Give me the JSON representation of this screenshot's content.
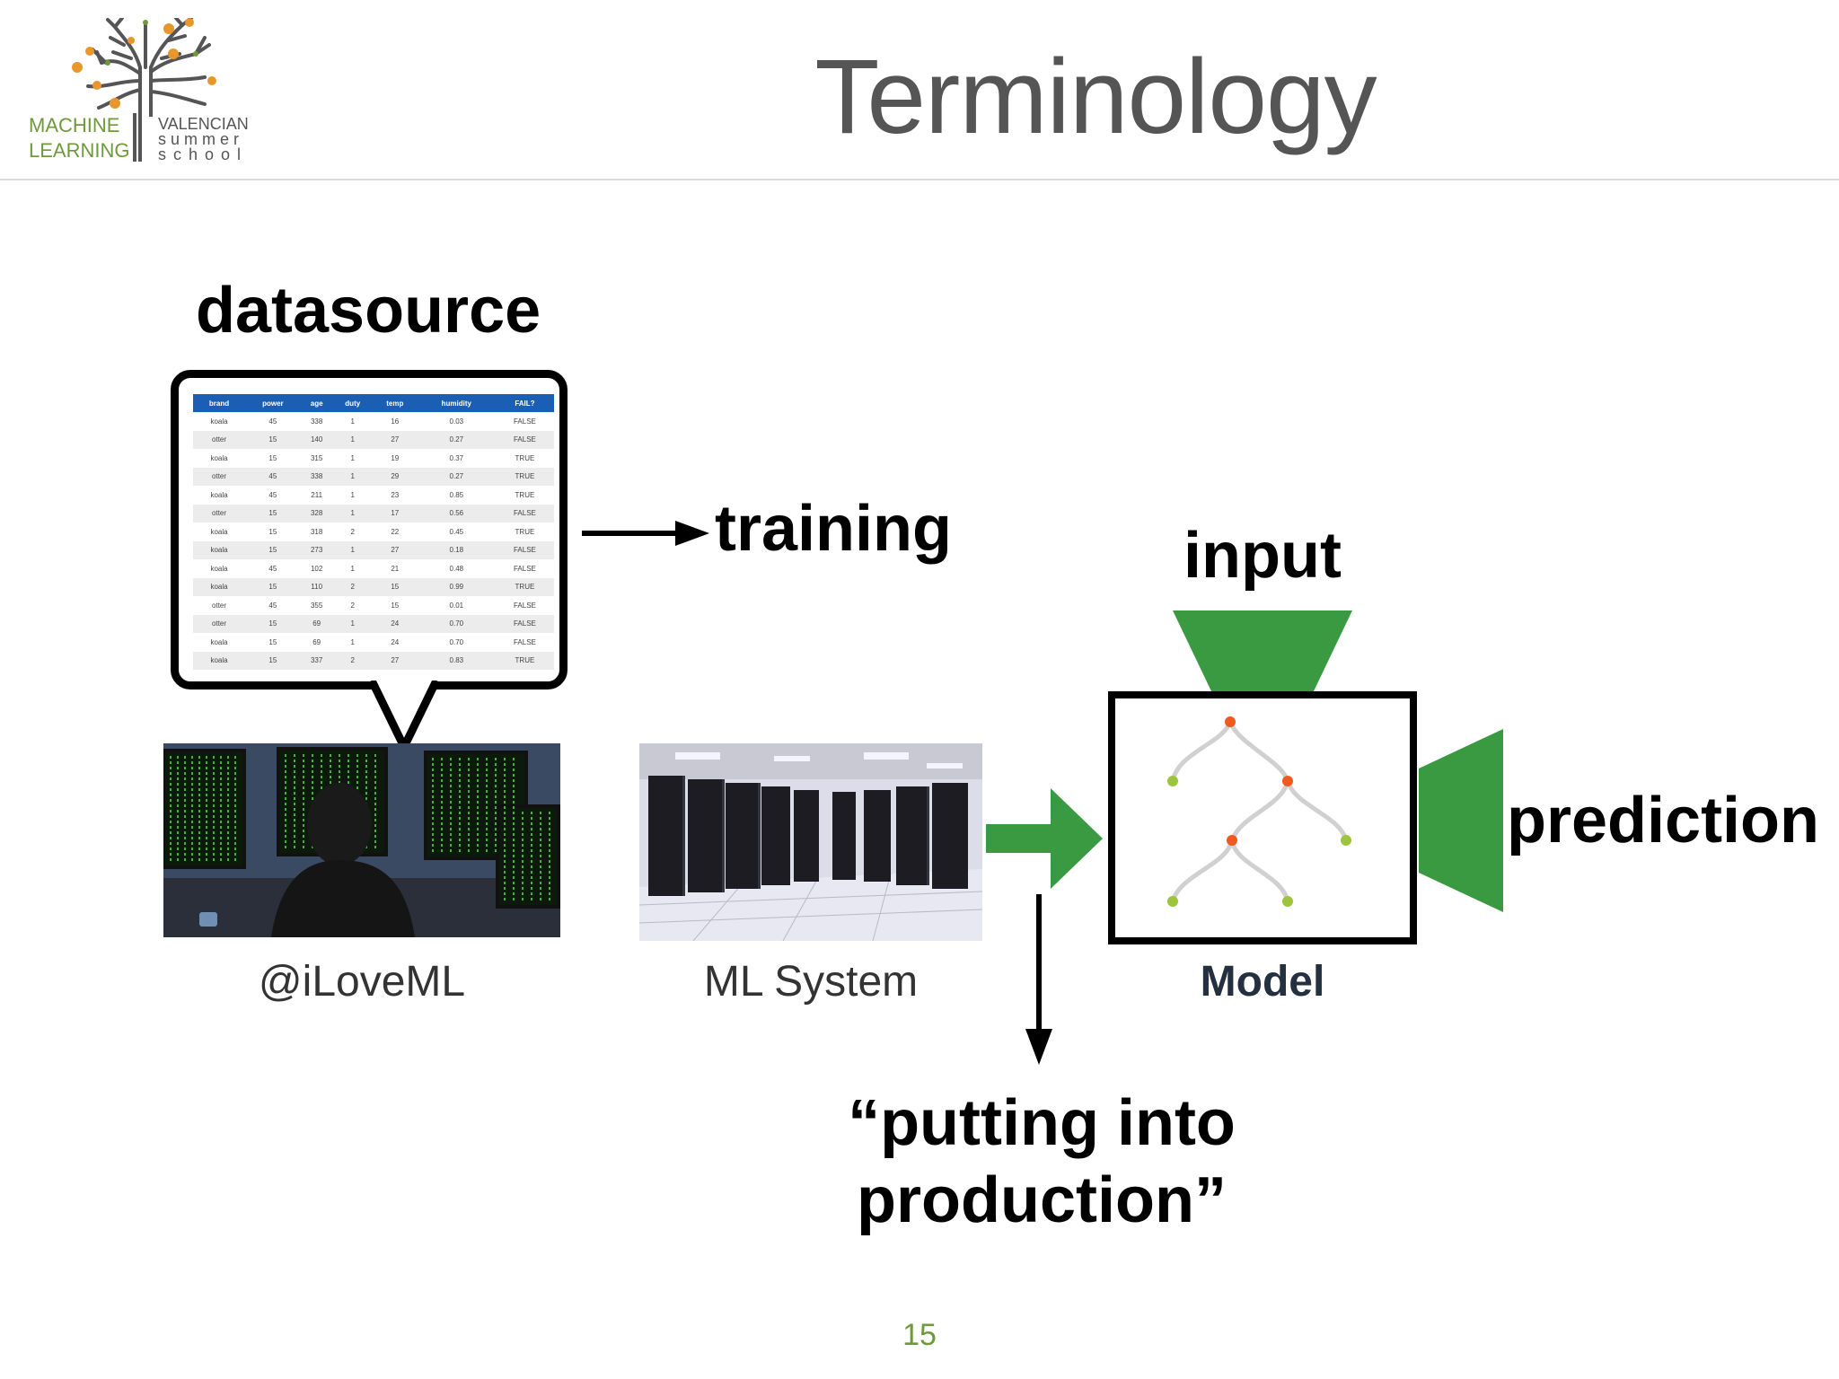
{
  "header": {
    "title": "Terminology",
    "logo": {
      "left_lines": [
        "MACHINE",
        "LEARNING"
      ],
      "right_lines": [
        "VALENCIAN",
        "summer",
        "school"
      ]
    }
  },
  "labels": {
    "datasource": "datasource",
    "training": "training",
    "input": "input",
    "prediction": "prediction",
    "production_line1": "“putting into",
    "production_line2": "production”"
  },
  "captions": {
    "person": "@iLoveML",
    "system": "ML System",
    "model": "Model"
  },
  "table": {
    "headers": [
      "brand",
      "power",
      "age",
      "duty",
      "temp",
      "humidity",
      "FAIL?"
    ],
    "rows": [
      [
        "koala",
        "45",
        "338",
        "1",
        "16",
        "0.03",
        "FALSE"
      ],
      [
        "otter",
        "15",
        "140",
        "1",
        "27",
        "0.27",
        "FALSE"
      ],
      [
        "koala",
        "15",
        "315",
        "1",
        "19",
        "0.37",
        "TRUE"
      ],
      [
        "otter",
        "45",
        "338",
        "1",
        "29",
        "0.27",
        "TRUE"
      ],
      [
        "koala",
        "45",
        "211",
        "1",
        "23",
        "0.85",
        "TRUE"
      ],
      [
        "otter",
        "15",
        "328",
        "1",
        "17",
        "0.56",
        "FALSE"
      ],
      [
        "koala",
        "15",
        "318",
        "2",
        "22",
        "0.45",
        "TRUE"
      ],
      [
        "koala",
        "15",
        "273",
        "1",
        "27",
        "0.18",
        "FALSE"
      ],
      [
        "koala",
        "45",
        "102",
        "1",
        "21",
        "0.48",
        "FALSE"
      ],
      [
        "koala",
        "15",
        "110",
        "2",
        "15",
        "0.99",
        "TRUE"
      ],
      [
        "otter",
        "45",
        "355",
        "2",
        "15",
        "0.01",
        "FALSE"
      ],
      [
        "otter",
        "15",
        "69",
        "1",
        "24",
        "0.70",
        "FALSE"
      ],
      [
        "koala",
        "15",
        "69",
        "1",
        "24",
        "0.70",
        "FALSE"
      ],
      [
        "koala",
        "15",
        "337",
        "2",
        "27",
        "0.83",
        "TRUE"
      ]
    ]
  },
  "page_number": "15",
  "colors": {
    "accent_green": "#3a9a42",
    "logo_green": "#6e9a3c",
    "table_header_blue": "#1a5fb4",
    "node_orange": "#f05a1e",
    "node_green": "#9cc43c"
  }
}
